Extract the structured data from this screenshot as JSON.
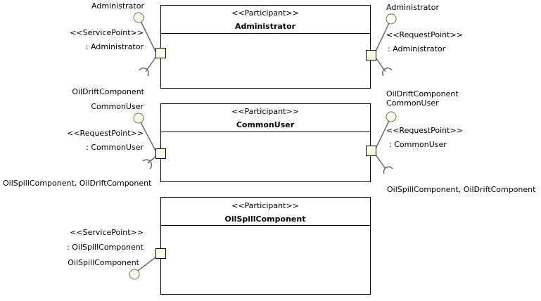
{
  "colors": {
    "port_fill": "#fffde6",
    "interface_fill": "#fffde6",
    "line": "#6b6b6b",
    "box_stroke": "#000000"
  },
  "participants": [
    {
      "stereotype": "<<Participant>>",
      "name": "Administrator",
      "left_port": {
        "interface_name": "Administrator",
        "stereotype": "<<ServicePoint>>",
        "label": ": Administrator",
        "bottom_name": "OilDriftComponent"
      },
      "right_port": {
        "interface_name": "Administrator",
        "stereotype": "<<RequestPoint>>",
        "label": ": Administrator",
        "bottom_name": "OilDriftComponent"
      }
    },
    {
      "stereotype": "<<Participant>>",
      "name": "CommonUser",
      "left_port": {
        "interface_name": "CommonUser",
        "stereotype": "<<RequestPoint>>",
        "label": ": CommonUser",
        "bottom_name": "OilSpillComponent, OilDriftComponent"
      },
      "right_port": {
        "interface_name": "CommonUser",
        "stereotype": "<<RequestPoint>>",
        "label": ": CommonUser",
        "bottom_name": "OilSpillComponent, OilDriftComponent"
      }
    },
    {
      "stereotype": "<<Participant>>",
      "name": "OilSpillComponent",
      "left_port": {
        "stereotype": "<<ServicePoint>>",
        "label": ": OilSpillComponent",
        "bottom_name": "OilSpillComponent"
      }
    }
  ]
}
